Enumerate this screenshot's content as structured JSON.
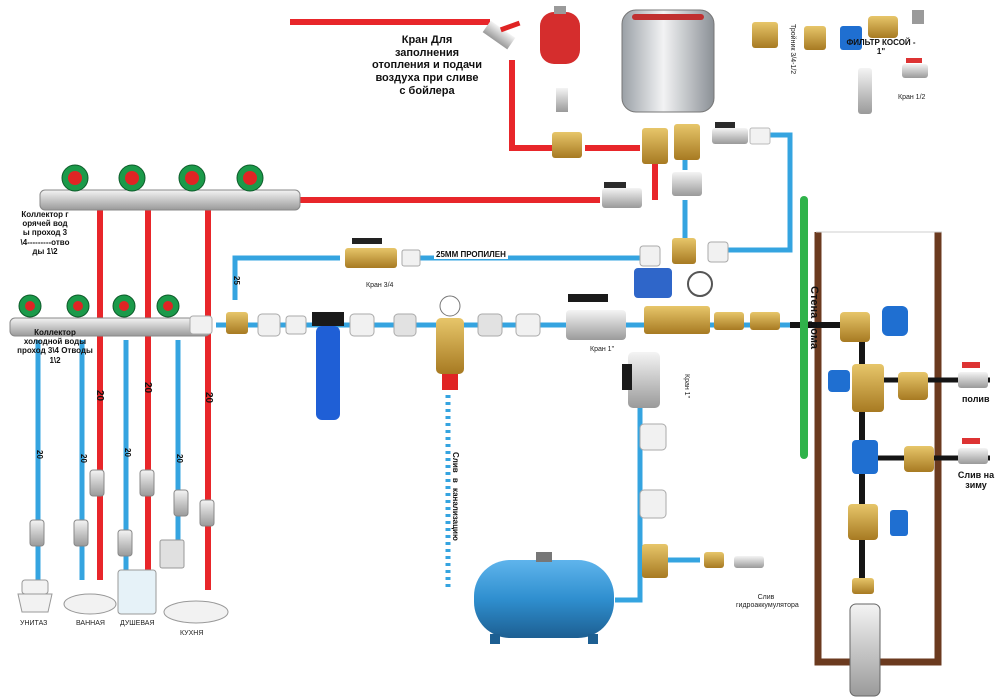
{
  "colors": {
    "hot": "#e8262a",
    "cold": "#35a4e0",
    "well": "#6b3a1f",
    "wall": "#2fb34a",
    "brass": "#c9a03a",
    "tank": "#2f8fcf",
    "black": "#151515"
  },
  "labels": {
    "refill_valve": "Кран Для заполнения отопления и подачи воздуха при сливе с бойлера",
    "tee_34_12": "Тройник 3/4-1/2",
    "filter_oblique": "ФИЛЬТР КОСОЙ - 1\"",
    "valve_12": "Кран 1/2",
    "hot_collector": "Коллектор горячей воды проход 3\\4---------отводы 1\\2",
    "cold_collector": "Коллектор холодной воды проход 3\\4 Отводы 1\\2",
    "pipe_25": "25",
    "pipe_25mm": "25ММ ПРОПИЛЕН",
    "valve_34": "Кран 3/4",
    "valve_1_a": "Кран 1\"",
    "valve_1_b": "Кран 1\"",
    "house_wall": "Стена дома",
    "watering": "полив",
    "winter_drain": "Слив на зиму",
    "sewer_drain": "Слив в канализацию",
    "accumulator_drain": "Слив гидроаккумулятора",
    "pipe_20_a": "20",
    "pipe_20_b": "20",
    "pipe_20_c": "20",
    "pipe_20_d": "20",
    "pipe_20_e": "20",
    "pipe_20_f": "20",
    "pipe_20_g": "20",
    "toilet": "УНИТАЗ",
    "bathroom": "ВАННАЯ",
    "shower": "ДУШЕВАЯ",
    "kitchen": "КУХНЯ"
  }
}
